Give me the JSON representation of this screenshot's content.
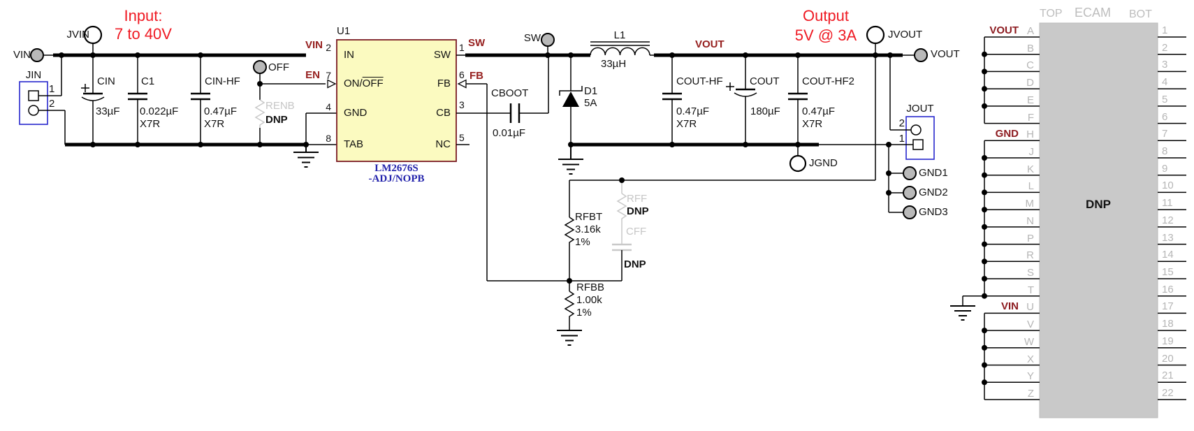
{
  "banner_input": {
    "line1": "Input:",
    "line2": "7 to 40V"
  },
  "banner_output": {
    "line1": "Output",
    "line2": "5V @ 3A"
  },
  "net_labels": {
    "vin": "VIN",
    "en": "EN",
    "sw": "SW",
    "fb": "FB",
    "vout": "VOUT"
  },
  "test_points": {
    "vin": "VIN",
    "jvin": "JVIN",
    "off": "OFF",
    "sw": "SW",
    "jvout": "JVOUT",
    "vout": "VOUT",
    "jgnd": "JGND",
    "gnd1": "GND1",
    "gnd2": "GND2",
    "gnd3": "GND3"
  },
  "jin": {
    "ref": "JIN",
    "pin1": "1",
    "pin2": "2"
  },
  "jout": {
    "ref": "JOUT",
    "pin1": "1",
    "pin2": "2"
  },
  "u1": {
    "ref": "U1",
    "part1": "LM2676S",
    "part2": "-ADJ/NOPB",
    "pins": {
      "in": "IN",
      "onoff_prefix": "ON/",
      "onoff_overline": "OFF",
      "gnd": "GND",
      "tab": "TAB",
      "sw": "SW",
      "fb": "FB",
      "cb": "CB",
      "nc": "NC"
    },
    "nums": {
      "in": "2",
      "onoff": "7",
      "gnd": "4",
      "tab": "8",
      "sw": "1",
      "fb": "6",
      "cb": "3",
      "nc": "5"
    }
  },
  "components": {
    "cin": {
      "ref": "CIN",
      "value": "33µF"
    },
    "c1": {
      "ref": "C1",
      "value": "0.022µF",
      "type": "X7R"
    },
    "cin_hf": {
      "ref": "CIN-HF",
      "value": "0.47µF",
      "type": "X7R"
    },
    "renb": {
      "ref": "RENB",
      "value": "DNP"
    },
    "cboot": {
      "ref": "CBOOT",
      "value": "0.01µF"
    },
    "d1": {
      "ref": "D1",
      "value": "5A"
    },
    "l1": {
      "ref": "L1",
      "value": "33µH"
    },
    "cout_hf": {
      "ref": "COUT-HF",
      "value": "0.47µF",
      "type": "X7R"
    },
    "cout": {
      "ref": "COUT",
      "value": "180µF"
    },
    "cout_hf2": {
      "ref": "COUT-HF2",
      "value": "0.47µF",
      "type": "X7R"
    },
    "rfbt": {
      "ref": "RFBT",
      "value": "3.16k",
      "tol": "1%"
    },
    "rff": {
      "ref": "RFF",
      "value": "DNP"
    },
    "cff": {
      "ref": "CFF",
      "value": "DNP"
    },
    "rfbb": {
      "ref": "RFBB",
      "value": "1.00k",
      "tol": "1%"
    }
  },
  "ecam": {
    "top": "TOP",
    "title": "ECAM",
    "bot": "BOT",
    "dnp": "DNP",
    "net_vout": "VOUT",
    "net_gnd": "GND",
    "net_vin": "VIN",
    "rows": [
      {
        "letter": "A",
        "num": "1"
      },
      {
        "letter": "B",
        "num": "2"
      },
      {
        "letter": "C",
        "num": "3"
      },
      {
        "letter": "D",
        "num": "4"
      },
      {
        "letter": "E",
        "num": "5"
      },
      {
        "letter": "F",
        "num": "6"
      },
      {
        "letter": "H",
        "num": "7"
      },
      {
        "letter": "J",
        "num": "8"
      },
      {
        "letter": "K",
        "num": "9"
      },
      {
        "letter": "L",
        "num": "10"
      },
      {
        "letter": "M",
        "num": "11"
      },
      {
        "letter": "N",
        "num": "12"
      },
      {
        "letter": "P",
        "num": "13"
      },
      {
        "letter": "R",
        "num": "14"
      },
      {
        "letter": "S",
        "num": "15"
      },
      {
        "letter": "T",
        "num": "16"
      },
      {
        "letter": "U",
        "num": "17"
      },
      {
        "letter": "V",
        "num": "18"
      },
      {
        "letter": "W",
        "num": "19"
      },
      {
        "letter": "X",
        "num": "20"
      },
      {
        "letter": "Y",
        "num": "21"
      },
      {
        "letter": "Z",
        "num": "22"
      }
    ]
  }
}
